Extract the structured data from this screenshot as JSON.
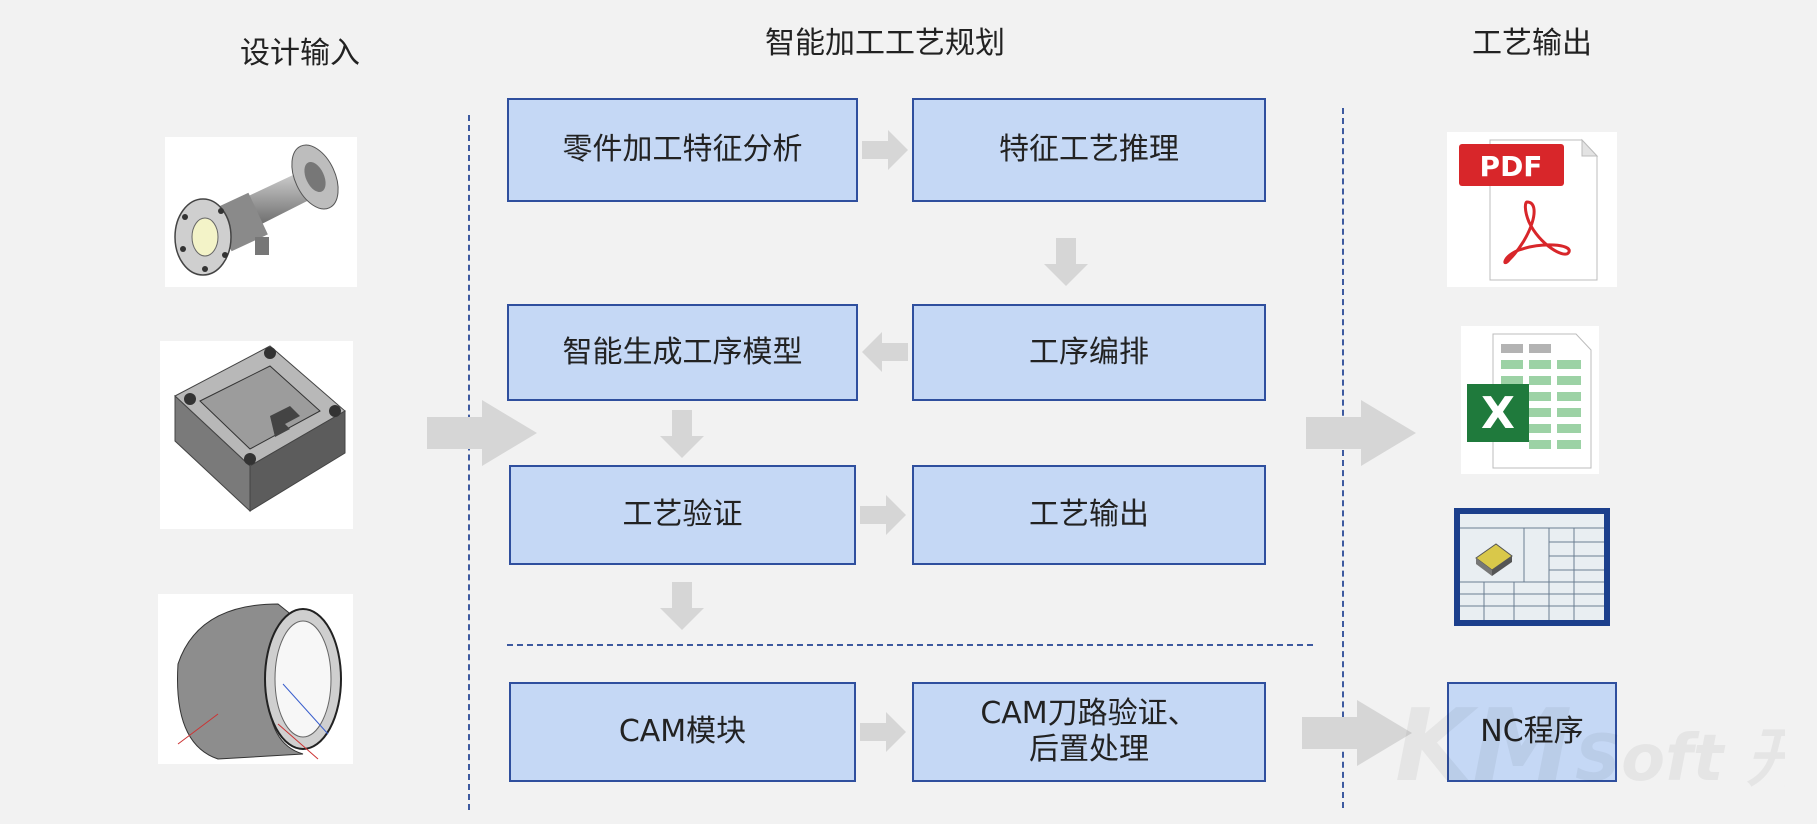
{
  "headings": {
    "design_input": "设计输入",
    "planning": "智能加工工艺规划",
    "output": "工艺输出"
  },
  "boxes": {
    "feature_analysis": "零件加工特征分析",
    "feature_reasoning": "特征工艺推理",
    "process_model": "智能生成工序模型",
    "process_sequencing": "工序编排",
    "process_verification": "工艺验证",
    "process_output": "工艺输出",
    "cam_module": "CAM模块",
    "cam_verify_line1": "CAM刀路验证、",
    "cam_verify_line2": "后置处理",
    "nc_program": "NC程序"
  },
  "icons": {
    "pdf_label": "PDF",
    "excel_label": "X"
  },
  "colors": {
    "box_fill": "#c5d8f5",
    "box_border": "#2f4f9e",
    "arrow": "#d6d6d6",
    "dashed": "#3d5aa0",
    "pdf_red": "#d8262a",
    "excel_green": "#1f7a3c"
  }
}
